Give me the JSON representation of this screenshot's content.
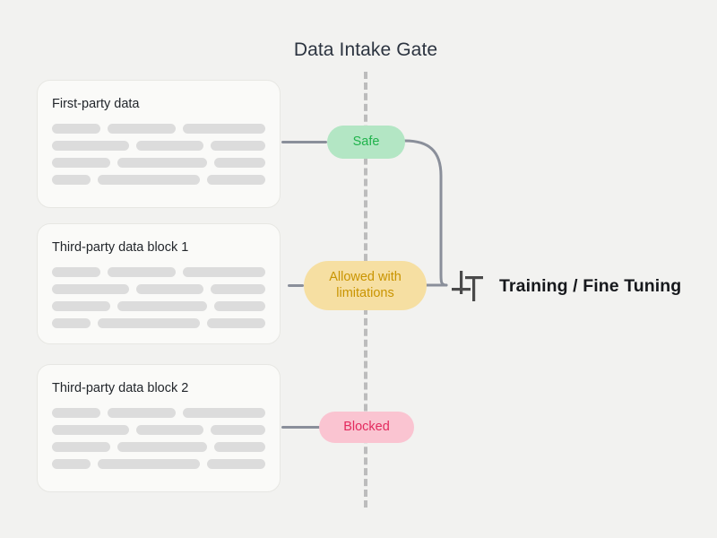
{
  "diagram": {
    "title": "Data Intake Gate",
    "divider_name": "gate-divider-dashed-line",
    "background_color": "#f2f2f0"
  },
  "sources": [
    {
      "title": "First-party data",
      "verdict": "Safe",
      "pill_bg": "#b3e6c4",
      "pill_text_color": "#20b34c",
      "skeleton_rows": [
        [
          78,
          108,
          132
        ],
        [
          122,
          106,
          86
        ],
        [
          92,
          142,
          80
        ],
        [
          60,
          160,
          92
        ]
      ]
    },
    {
      "title": "Third-party data block 1",
      "verdict": "Allowed with limitations",
      "pill_bg": "#f6dfa2",
      "pill_text_color": "#c99400",
      "skeleton_rows": [
        [
          78,
          108,
          132
        ],
        [
          122,
          106,
          86
        ],
        [
          92,
          142,
          80
        ],
        [
          60,
          160,
          92
        ]
      ]
    },
    {
      "title": "Third-party data block 2",
      "verdict": "Blocked",
      "pill_bg": "#fac4d1",
      "pill_text_color": "#e32a5e",
      "skeleton_rows": [
        [
          78,
          108,
          132
        ],
        [
          122,
          106,
          86
        ],
        [
          92,
          142,
          80
        ],
        [
          60,
          160,
          92
        ]
      ]
    }
  ],
  "output": {
    "label": "Training / Fine Tuning",
    "icon": "sliders-icon"
  }
}
